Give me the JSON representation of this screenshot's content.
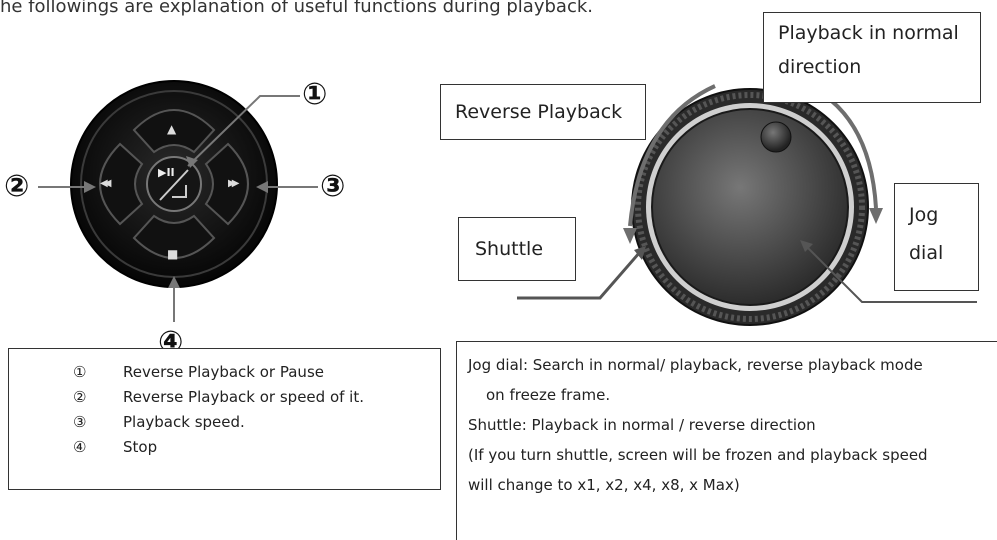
{
  "intro": "he followings are explanation of useful functions during playback.",
  "labels": {
    "playback_normal_line1": "Playback in normal",
    "playback_normal_line2": "direction",
    "reverse_playback": "Reverse Playback",
    "jog_line1": "Jog",
    "jog_line2": "dial",
    "shuttle": "Shuttle"
  },
  "callouts": [
    "①",
    "②",
    "③",
    "④"
  ],
  "legend": [
    {
      "marker": "①",
      "text": "Reverse Playback or Pause"
    },
    {
      "marker": "②",
      "text": "Reverse Playback or speed of it."
    },
    {
      "marker": "③",
      "text": "Playback speed."
    },
    {
      "marker": "④",
      "text": "Stop"
    }
  ],
  "info": [
    "Jog dial: Search in normal/ playback, reverse playback mode",
    "on freeze frame.",
    "Shuttle: Playback in normal / reverse direction",
    "(If you turn shuttle, screen will be frozen and playback speed",
    "will change to x1, x2, x4, x8, x Max)"
  ],
  "button_glyphs": {
    "up": "▲",
    "left": "◀◀",
    "right": "▶▶",
    "stop": "■",
    "center": "▶II"
  },
  "colors": {
    "pad_dark": "#0d0d0d",
    "dial_body": "#5a5a5a",
    "arrow_gray": "#6e6e6e"
  }
}
